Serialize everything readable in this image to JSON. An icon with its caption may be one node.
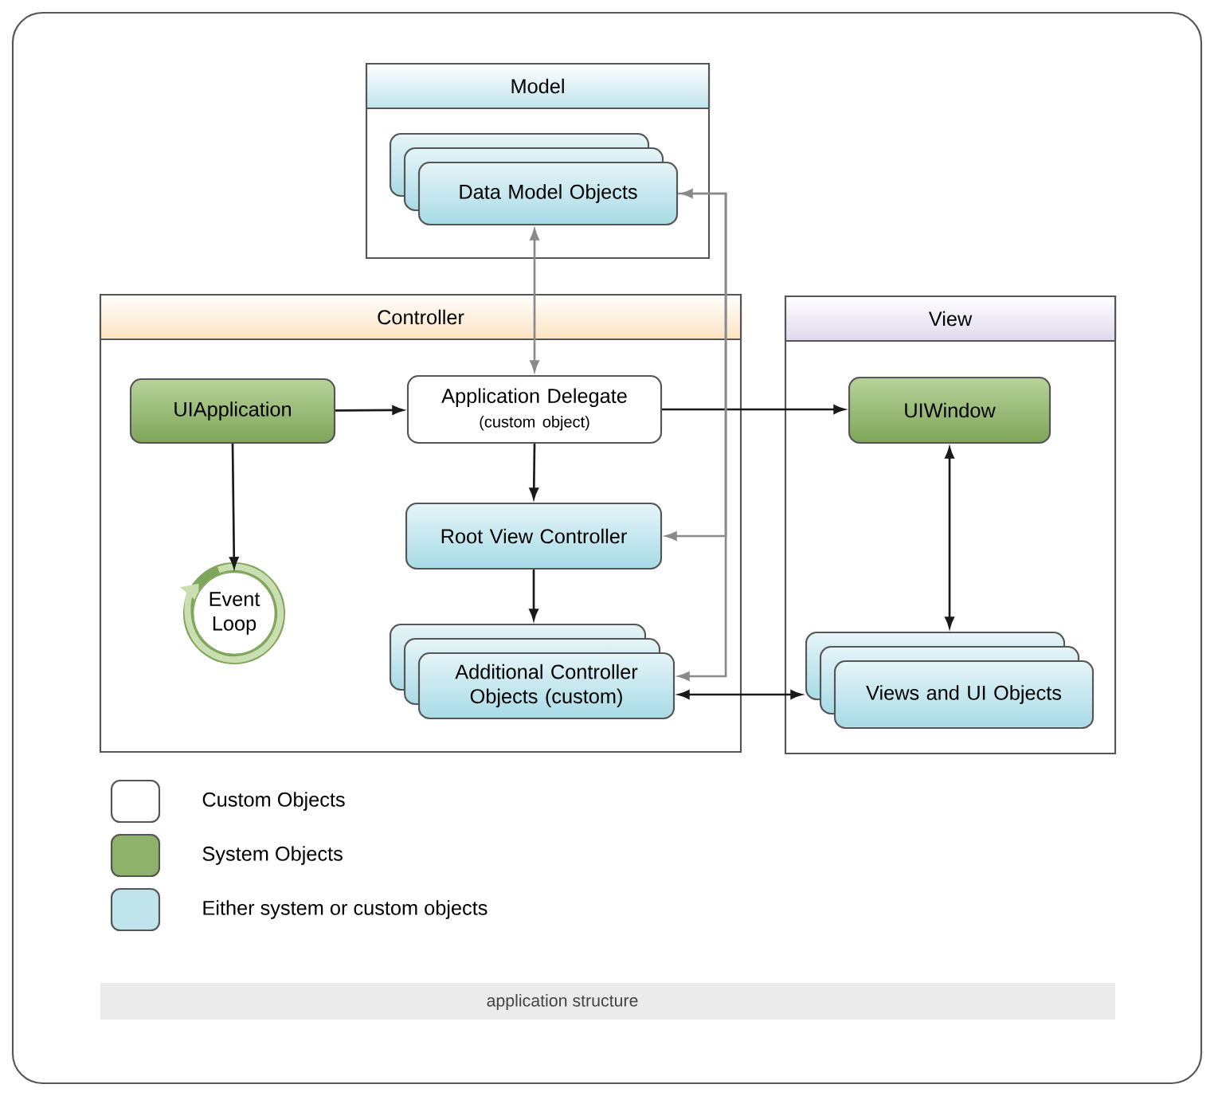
{
  "diagram": {
    "caption": "application structure",
    "nodes": [
      {
        "text": [
          "Model"
        ]
      },
      {
        "text": [
          "Data Model Objects"
        ],
        "in": 0
      },
      {
        "text": [
          "Controller"
        ]
      },
      {
        "text": [
          "UIApplication"
        ],
        "in": 2
      },
      {
        "text": [
          "Application Delegate",
          "(custom object)"
        ],
        "in": 2
      },
      {
        "text": [
          "Event Loop"
        ],
        "in": 2
      },
      {
        "text": [
          "Root View Controller"
        ],
        "in": 2
      },
      {
        "text": [
          "Additional Controller Objects (custom)"
        ],
        "in": 2
      },
      {
        "text": [
          "View"
        ]
      },
      {
        "text": [
          "UIWindow"
        ],
        "in": 8
      },
      {
        "text": [
          "Views and UI Objects"
        ],
        "in": 8
      }
    ],
    "edges": [
      {
        "from": 1,
        "to": 4,
        "arrow": "both",
        "color": "#8a8a8a"
      },
      {
        "from": 3,
        "to": 4,
        "arrow": "to"
      },
      {
        "from": 3,
        "to": 5,
        "arrow": "to"
      },
      {
        "from": 4,
        "to": 6,
        "arrow": "to"
      },
      {
        "from": 6,
        "to": 7,
        "arrow": "to"
      },
      {
        "from": 4,
        "to": 9,
        "arrow": "to"
      },
      {
        "from": 9,
        "to": 10,
        "arrow": "both"
      },
      {
        "from": 7,
        "to": 10,
        "arrow": "both"
      },
      {
        "from": 1,
        "to": 7,
        "arrow": "both",
        "color": "#8a8a8a"
      },
      {
        "from": 1,
        "to": 6,
        "arrow": "to",
        "color": "#8a8a8a"
      }
    ],
    "legend": [
      {
        "text": "Custom Objects",
        "color": "#ffffff"
      },
      {
        "text": "System Objects",
        "color": "#8fb26a"
      },
      {
        "text": "Either system or custom objects",
        "color": "#bfe4ec"
      }
    ]
  }
}
